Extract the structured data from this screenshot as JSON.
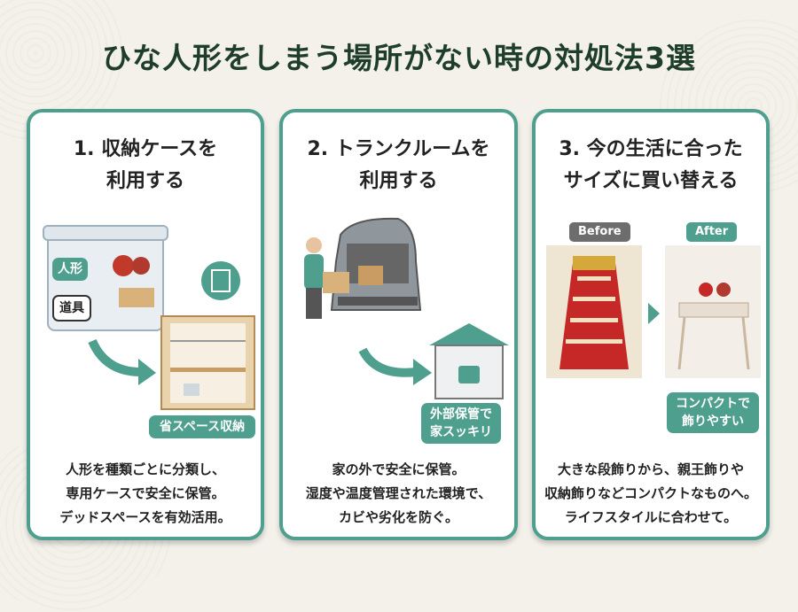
{
  "title": "ひな人形をしまう場所がない時の対処法3選",
  "cards": [
    {
      "title_l1": "1. 収納ケースを",
      "title_l2": "利用する",
      "labels": [
        "人形",
        "道具"
      ],
      "badge": "省スペース収納",
      "desc": [
        "人形を種類ごとに分類し、",
        "専用ケースで安全に保管。",
        "デッドスペースを有効活用。"
      ]
    },
    {
      "title_l1": "2. トランクルームを",
      "title_l2": "利用する",
      "badge_l1": "外部保管で",
      "badge_l2": "家スッキリ",
      "desc": [
        "家の外で安全に保管。",
        "湿度や温度管理された環境で、",
        "カビや劣化を防ぐ。"
      ]
    },
    {
      "title_l1": "3. 今の生活に合った",
      "title_l2": "サイズに買い替える",
      "before": "Before",
      "after": "After",
      "badge_l1": "コンパクトで",
      "badge_l2": "飾りやすい",
      "desc": [
        "大きな段飾りから、親王飾りや",
        "収納飾りなどコンパクトなものへ。",
        "ライフスタイルに合わせて。"
      ]
    }
  ],
  "colors": {
    "accent": "#4f9f8f",
    "title": "#1e3d2b"
  }
}
